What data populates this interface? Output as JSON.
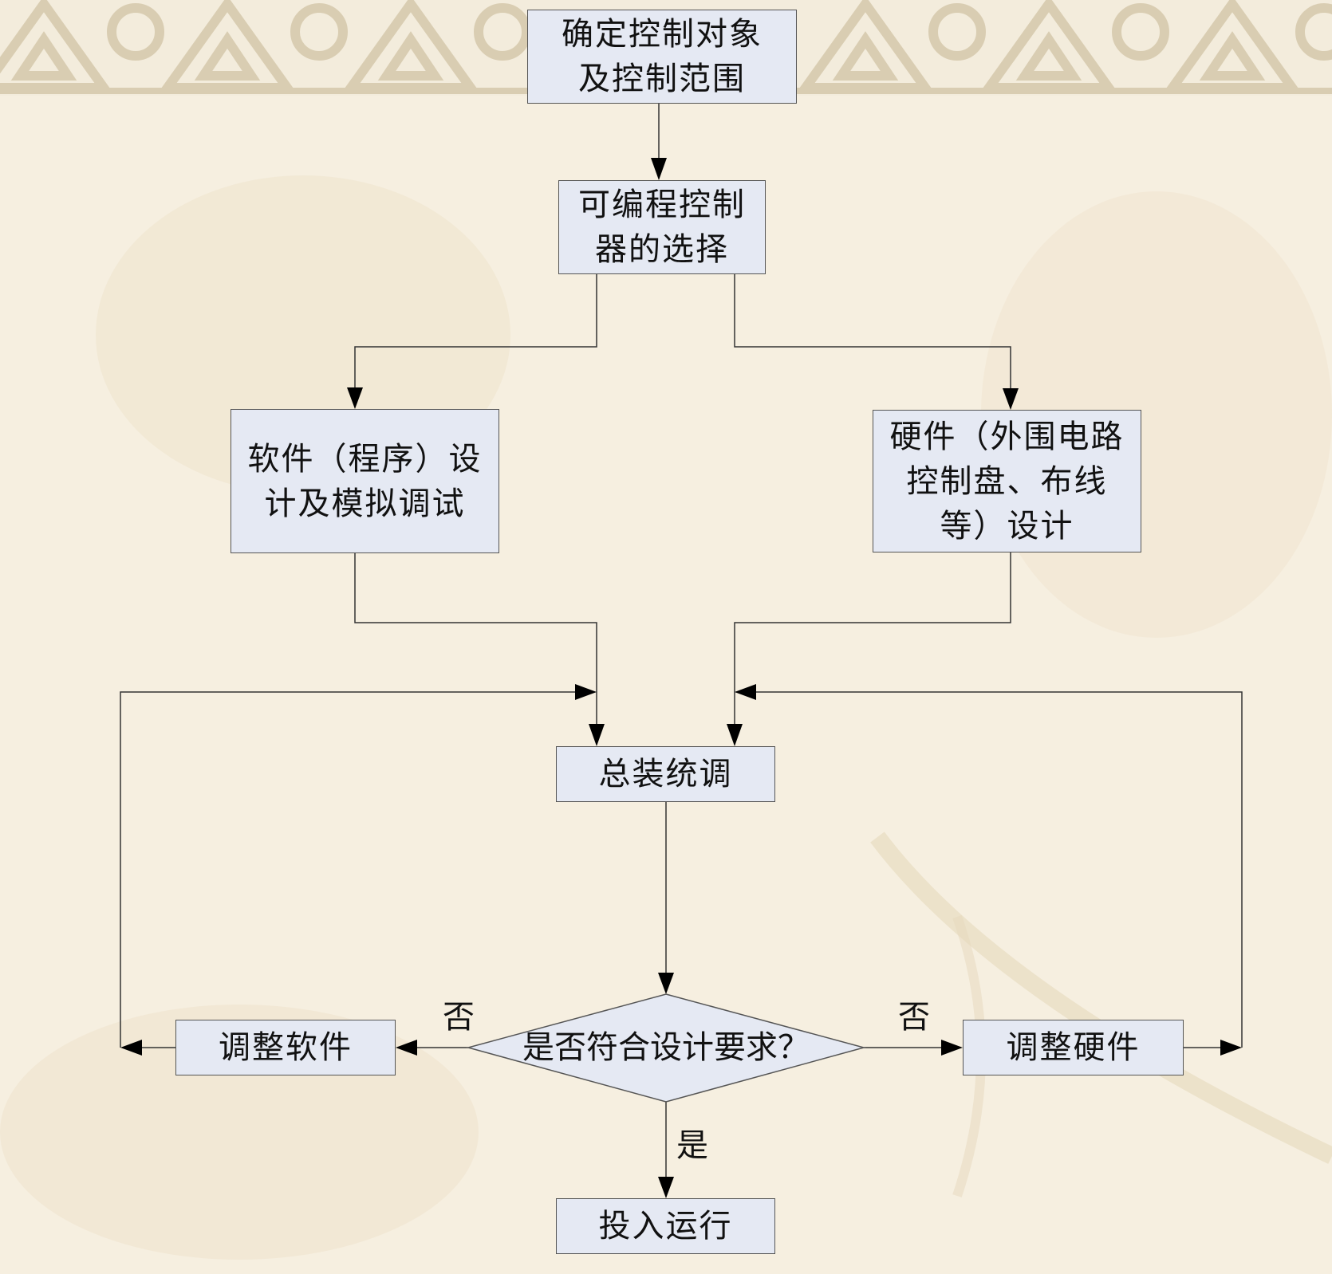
{
  "diagram": {
    "type": "flowchart",
    "nodes": {
      "define_scope": {
        "lines": [
          "确定控制对象",
          "及控制范围"
        ]
      },
      "plc_selection": {
        "lines": [
          "可编程控制",
          "器的选择"
        ]
      },
      "software_design": {
        "lines": [
          "软件（程序）设",
          "计及模拟调试"
        ]
      },
      "hardware_design": {
        "lines": [
          "硬件（外围电路",
          "控制盘、布线",
          "等）设计"
        ]
      },
      "integration_test": {
        "text": "总装统调"
      },
      "decision": {
        "text": "是否符合设计要求？"
      },
      "adjust_software": {
        "text": "调整软件"
      },
      "adjust_hardware": {
        "text": "调整硬件"
      },
      "commissioning": {
        "text": "投入运行"
      }
    },
    "edge_labels": {
      "no_left": "否",
      "no_right": "否",
      "yes": "是"
    },
    "edges": [
      {
        "from": "define_scope",
        "to": "plc_selection"
      },
      {
        "from": "plc_selection",
        "to": "software_design"
      },
      {
        "from": "plc_selection",
        "to": "hardware_design"
      },
      {
        "from": "software_design",
        "to": "integration_test"
      },
      {
        "from": "hardware_design",
        "to": "integration_test"
      },
      {
        "from": "integration_test",
        "to": "decision"
      },
      {
        "from": "decision",
        "to": "adjust_software",
        "label": "否"
      },
      {
        "from": "decision",
        "to": "adjust_hardware",
        "label": "否"
      },
      {
        "from": "decision",
        "to": "commissioning",
        "label": "是"
      },
      {
        "from": "adjust_software",
        "to": "integration_test"
      },
      {
        "from": "adjust_hardware",
        "to": "integration_test"
      }
    ],
    "colors": {
      "node_fill": "#e5e9f3",
      "node_border": "#555555",
      "line": "#333333",
      "background": "#f6efe0",
      "border_pattern": "#d9cdb2"
    }
  }
}
